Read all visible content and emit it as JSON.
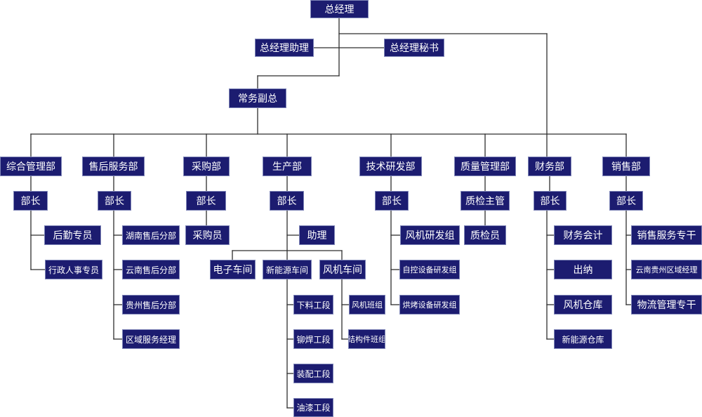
{
  "colors": {
    "box_fill": "#1c1c70",
    "box_text": "#ffffff",
    "line": "#2e2e2e"
  },
  "nodes": {
    "gm": "总经理",
    "gm_assistant": "总经理助理",
    "gm_secretary": "总经理秘书",
    "exec_deputy": "常务副总",
    "dept_general": "综合管理部",
    "dept_aftersales": "售后服务部",
    "dept_purchase": "采购部",
    "dept_production": "生产部",
    "dept_rnd": "技术研发部",
    "dept_quality": "质量管理部",
    "dept_finance": "财务部",
    "dept_sales": "销售部",
    "mgr_general": "部长",
    "mgr_aftersales": "部长",
    "mgr_purchase": "部长",
    "mgr_production": "部长",
    "mgr_rnd": "部长",
    "mgr_quality": "质检主管",
    "mgr_finance": "部长",
    "mgr_sales": "部长",
    "logistics_staff": "后勤专员",
    "admin_hr_staff": "行政人事专员",
    "hunan_branch": "湖南售后分部",
    "yunnan_branch": "云南售后分部",
    "guizhou_branch": "贵州售后分部",
    "regional_service_mgr": "区域服务经理",
    "buyer": "采购员",
    "assistant": "助理",
    "electronics_workshop": "电子车间",
    "new_energy_workshop": "新能源车间",
    "fan_workshop": "风机车间",
    "blanking": "下料工段",
    "riveting_welding": "铆焊工段",
    "assembly": "装配工段",
    "painting": "油漆工段",
    "fan_team": "风机班组",
    "structure_team": "结构件班组",
    "fan_rnd_group": "风机研发组",
    "automation_rnd_group": "自控设备研发组",
    "drying_rnd_group": "烘烤设备研发组",
    "inspector": "质检员",
    "accountant": "财务会计",
    "cashier": "出纳",
    "fan_warehouse": "风机仓库",
    "new_energy_warehouse": "新能源仓库",
    "sales_service": "销售服务专干",
    "yungui_regional_mgr": "云南贵州区域经理",
    "logistics_mgmt": "物流管理专干"
  }
}
